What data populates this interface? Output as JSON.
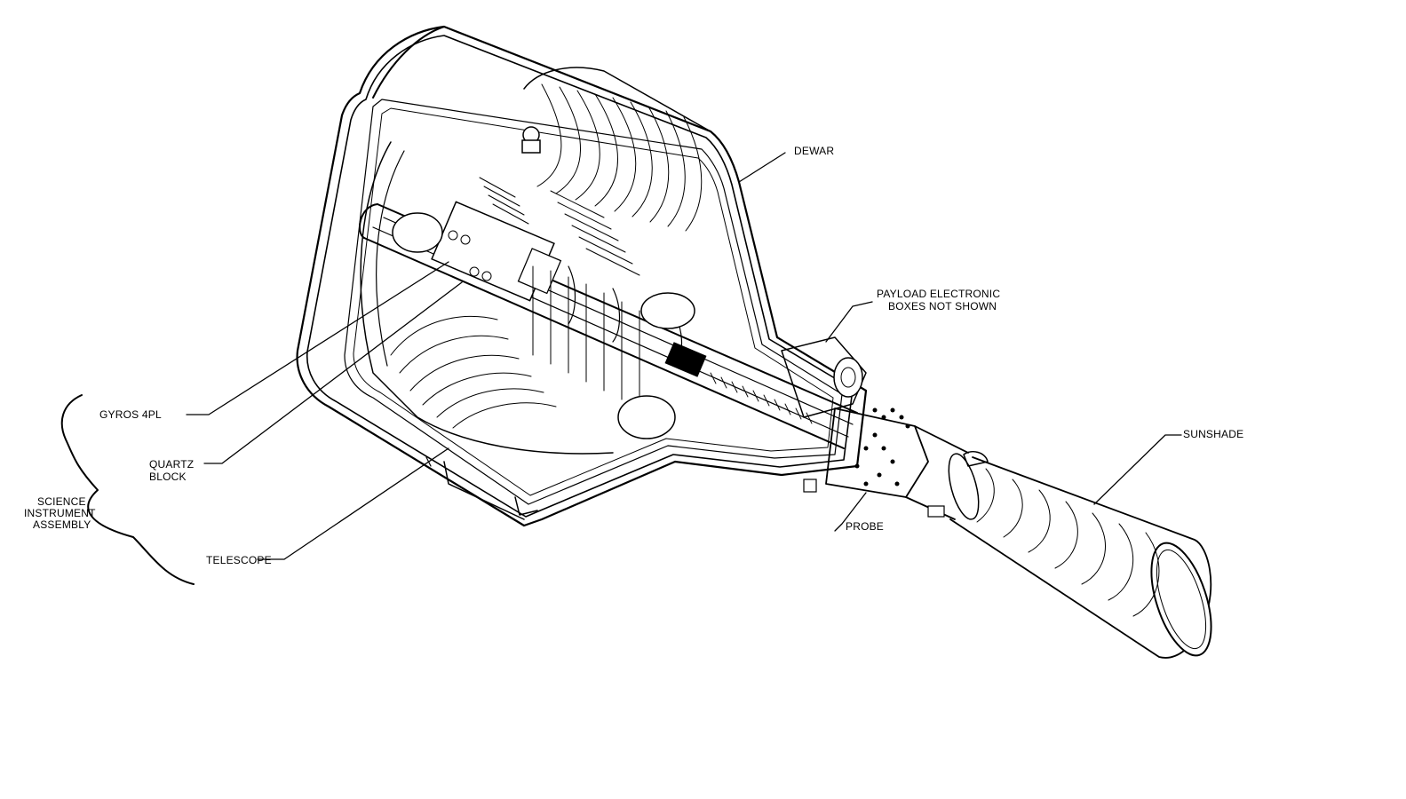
{
  "labels": {
    "dewar": "DEWAR",
    "payload_line1": "PAYLOAD  ELECTRONIC",
    "payload_line2": "BOXES  NOT  SHOWN",
    "gyros": "GYROS   4PL",
    "quartz_line1": "QUARTZ",
    "quartz_line2": "BLOCK",
    "science_line1": "SCIENCE",
    "science_line2": "INSTRUMENT",
    "science_line3": "ASSEMBLY",
    "telescope": "TELESCOPE",
    "probe": "PROBE",
    "sunshade": "SUNSHADE"
  },
  "colors": {
    "ink": "#000000",
    "background": "#ffffff"
  }
}
